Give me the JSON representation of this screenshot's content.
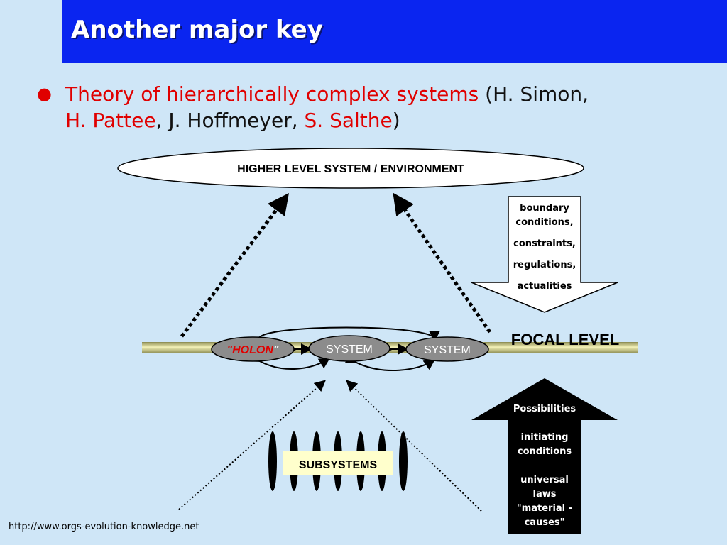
{
  "slide": {
    "title": "Another major key",
    "bullet": {
      "part1": "Theory of hierarchically complex systems",
      "part2": " (H. Simon,",
      "part3": "H. Pattee",
      "part4": ", J. Hoffmeyer, ",
      "part5": "S. Salthe",
      "part6": ")"
    },
    "footer_url": "http://www.orgs-evolution-knowledge.net"
  },
  "diagram": {
    "higher_level": "HIGHER LEVEL SYSTEM / ENVIRONMENT",
    "down_arrow_lines": [
      "boundary",
      "conditions,",
      "constraints,",
      "regulations,",
      "actualities"
    ],
    "focal_level": "FOCAL LEVEL",
    "holon_quote_open": "\"",
    "holon": "HOLON",
    "holon_quote_close": "\"",
    "system1": "SYSTEM",
    "system2": "SYSTEM",
    "subsystems": "SUBSYSTEMS",
    "up_arrow_lines": [
      "Possibilities",
      "initiating",
      "conditions",
      "universal",
      "laws",
      "\"material -",
      "causes\""
    ],
    "colors": {
      "title_bar": "#0a25f0",
      "background": "#cfe6f7",
      "highlight_red": "#e00000",
      "node_fill": "#8c8c8c",
      "focal_bar": "#e8e6a0"
    }
  }
}
